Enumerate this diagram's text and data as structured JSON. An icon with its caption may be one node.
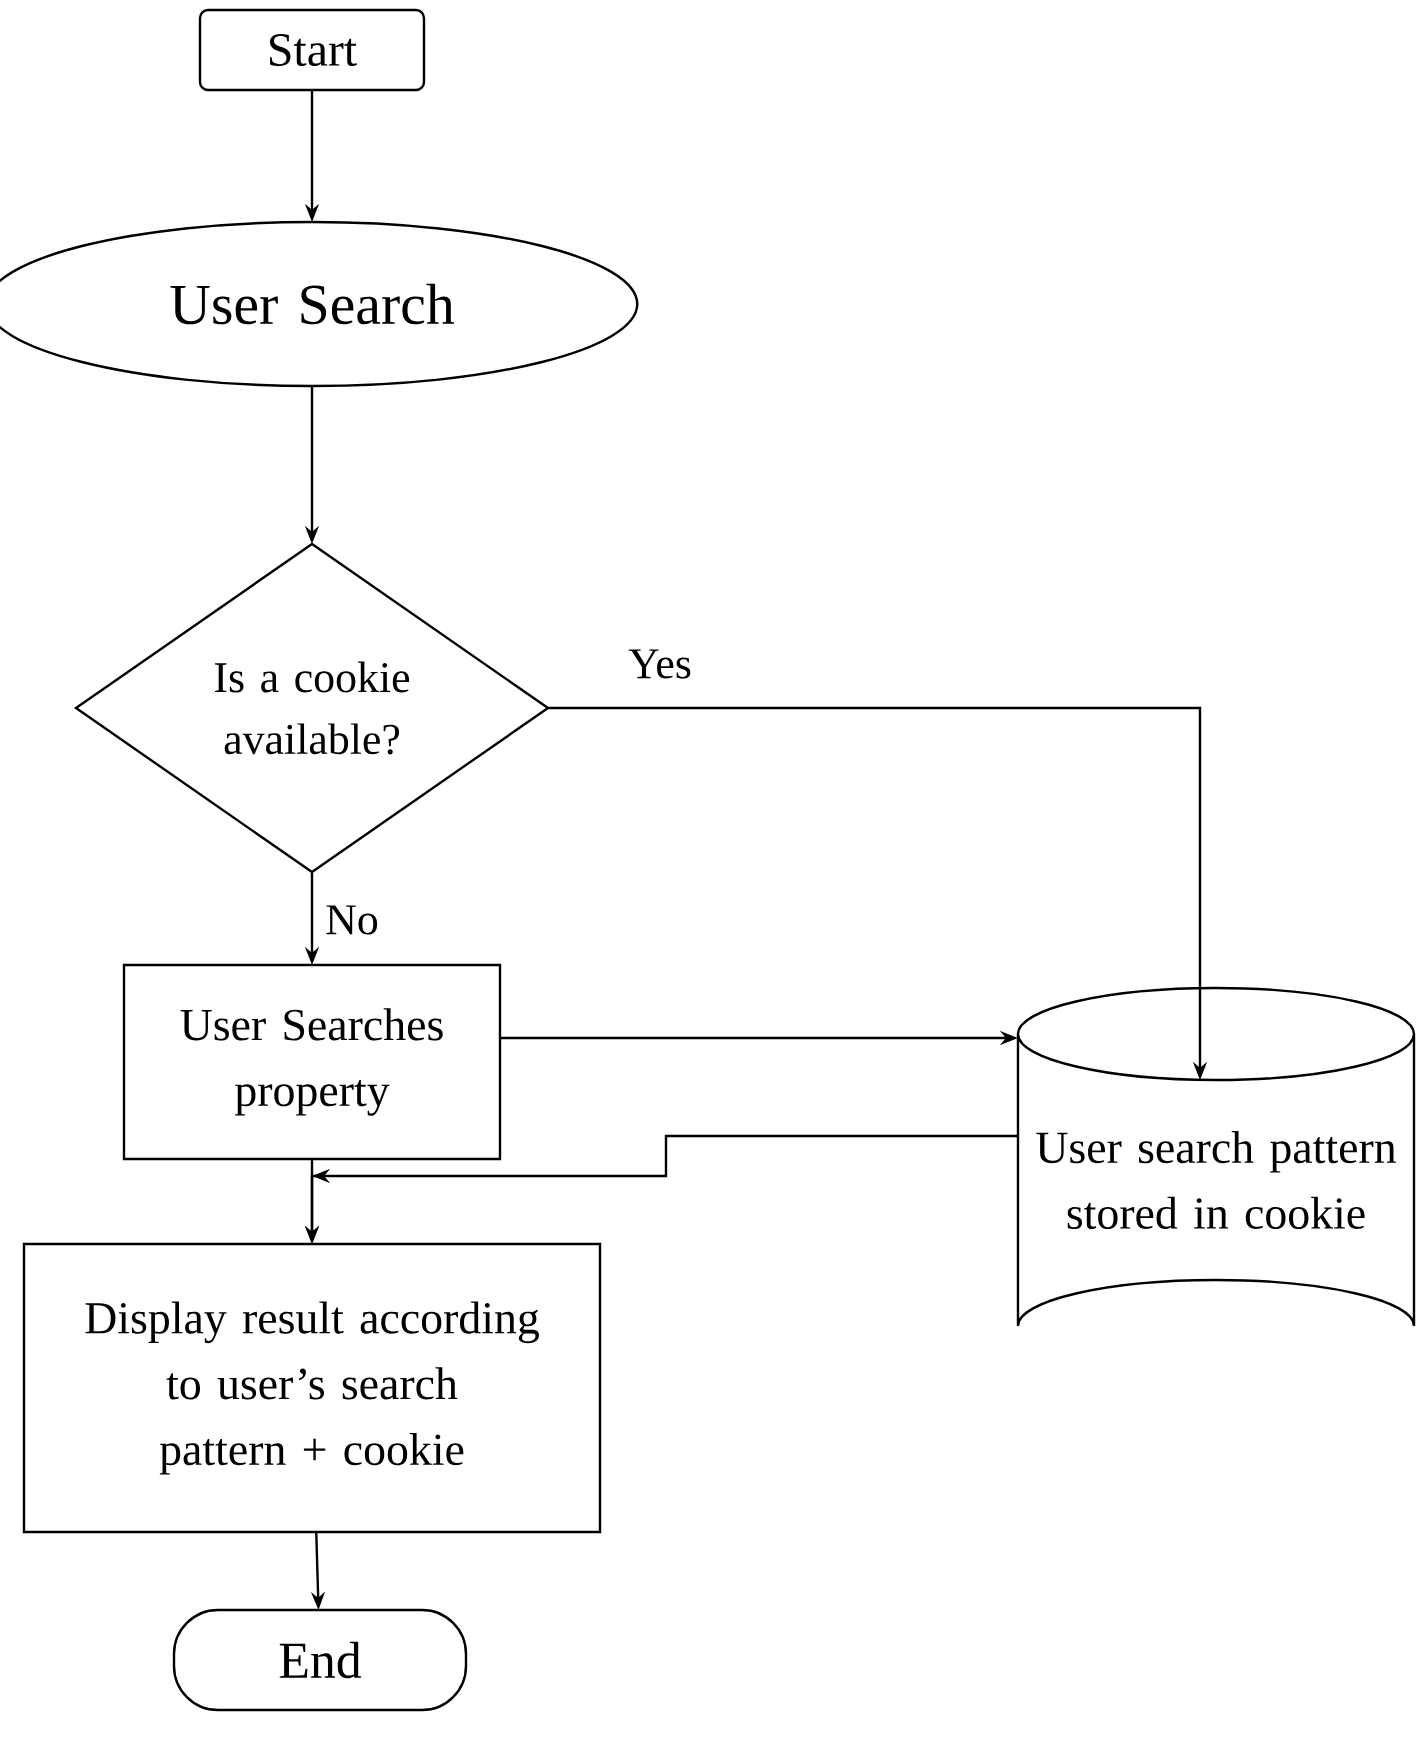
{
  "diagram": {
    "nodes": [
      {
        "text": [
          "Start"
        ]
      },
      {
        "text": [
          "User Search"
        ]
      },
      {
        "text": [
          "Is a cookie available?"
        ]
      },
      {
        "text": [
          "User Searches property"
        ]
      },
      {
        "text": [
          "User search pattern stored in cookie"
        ]
      },
      {
        "text": [
          "Display result according to user’s search pattern + cookie"
        ]
      },
      {
        "text": [
          "End"
        ]
      }
    ],
    "edges": [
      {
        "from": 0,
        "to": 1,
        "arrow": "to"
      },
      {
        "from": 1,
        "to": 2,
        "arrow": "to"
      },
      {
        "from": 2,
        "to": 4,
        "arrow": "to",
        "label": "Yes"
      },
      {
        "from": 2,
        "to": 3,
        "arrow": "to",
        "label": "No"
      },
      {
        "from": 3,
        "to": 4,
        "arrow": "to"
      },
      {
        "from": 4,
        "to": 5,
        "arrow": "to"
      },
      {
        "from": 3,
        "to": 5,
        "arrow": "to"
      },
      {
        "from": 5,
        "to": 6,
        "arrow": "to"
      }
    ]
  }
}
